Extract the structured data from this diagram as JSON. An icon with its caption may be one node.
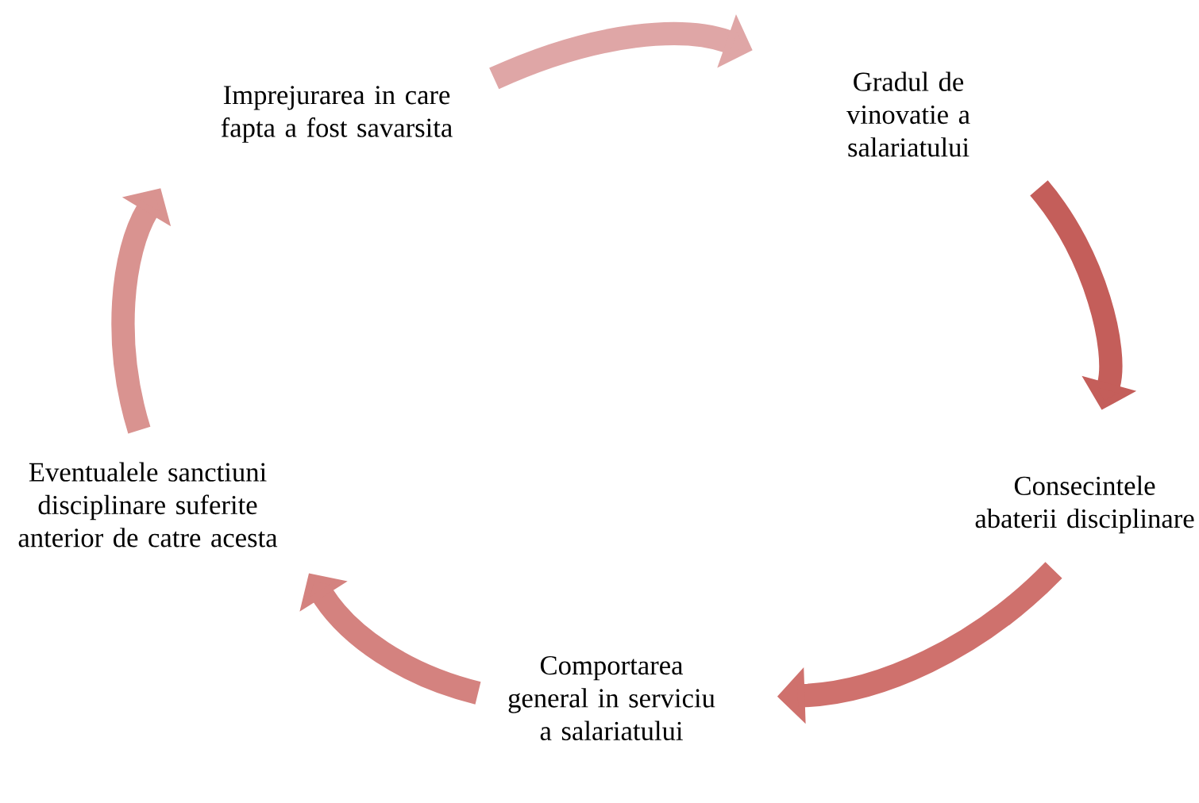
{
  "diagram": {
    "nodes": [
      {
        "text": [
          "Imprejurarea in care fapta a fost savarsita"
        ]
      },
      {
        "text": [
          "Gradul de vinovatie a salariatului"
        ]
      },
      {
        "text": [
          "Consecintele abaterii disciplinare"
        ]
      },
      {
        "text": [
          "Comportarea general in serviciu a salariatului"
        ]
      },
      {
        "text": [
          "Eventualele sanctiuni disciplinare suferite anterior de catre acesta"
        ]
      }
    ],
    "edges": [
      {
        "from": 0,
        "to": 1,
        "arrow": "to",
        "color": "#dfa6a6"
      },
      {
        "from": 1,
        "to": 2,
        "arrow": "to",
        "color": "#c45e5a"
      },
      {
        "from": 2,
        "to": 3,
        "arrow": "to",
        "color": "#cf716d"
      },
      {
        "from": 3,
        "to": 4,
        "arrow": "to",
        "color": "#d4827f"
      },
      {
        "from": 4,
        "to": 0,
        "arrow": "to",
        "color": "#d99390"
      }
    ]
  }
}
